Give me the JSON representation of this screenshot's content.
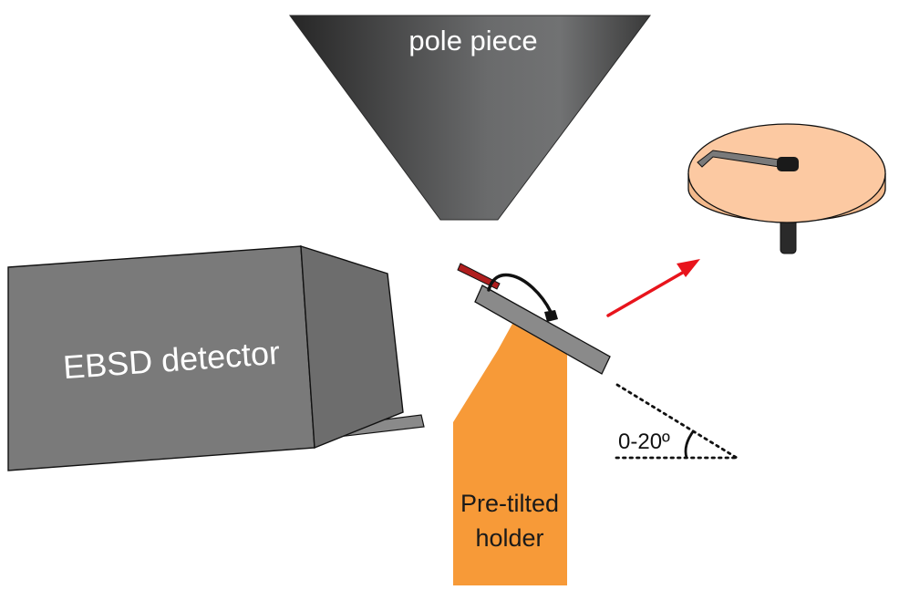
{
  "labels": {
    "pole_piece": "pole piece",
    "ebsd_detector": "EBSD detector",
    "holder_line1": "Pre-tilted",
    "holder_line2": "holder",
    "tilt_angle": "0-20º"
  },
  "colors": {
    "pole_dark": "#2e2e2e",
    "pole_light": "#707273",
    "detector_front": "#7a7a7a",
    "detector_side": "#6c6c6c",
    "holder_orange": "#f79a38",
    "sample_stage": "#8a8a8a",
    "sample_red": "#b01e1e",
    "arrow_red": "#e8141c",
    "stub_peach": "#fcc9a2",
    "stub_post": "#2a2a2a"
  }
}
